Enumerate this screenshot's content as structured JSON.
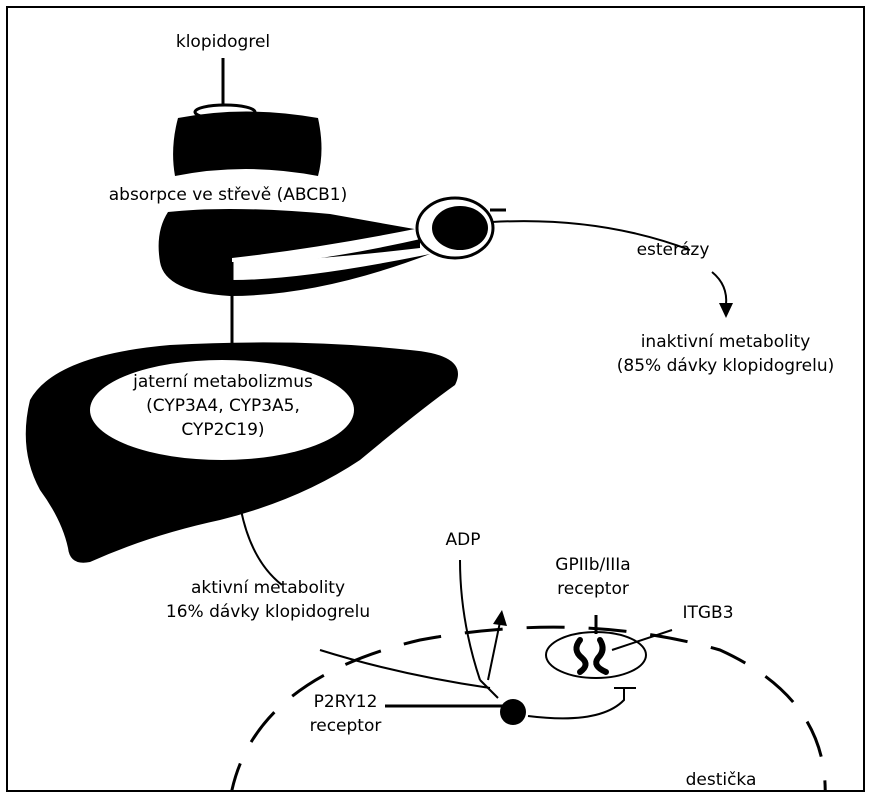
{
  "labels": {
    "drug": "klopidogrel",
    "absorption": "absorpce ve střevě (ABCB1)",
    "esterases": "esterázy",
    "inactive": "inaktivní metabolity\n(85% dávky klopidogrelu)",
    "liver": "jaterní metabolizmus\n(CYP3A4, CYP3A5,\nCYP2C19)",
    "active": "aktivní metabolity\n16% dávky klopidogrelu",
    "adp": "ADP",
    "gp": "GPIIb/IIIa\nreceptor",
    "itgb3": "ITGB3",
    "p2ry12": "P2RY12\nreceptor",
    "platelet": "destička"
  },
  "colors": {
    "ink": "#000000",
    "paper": "#ffffff"
  }
}
